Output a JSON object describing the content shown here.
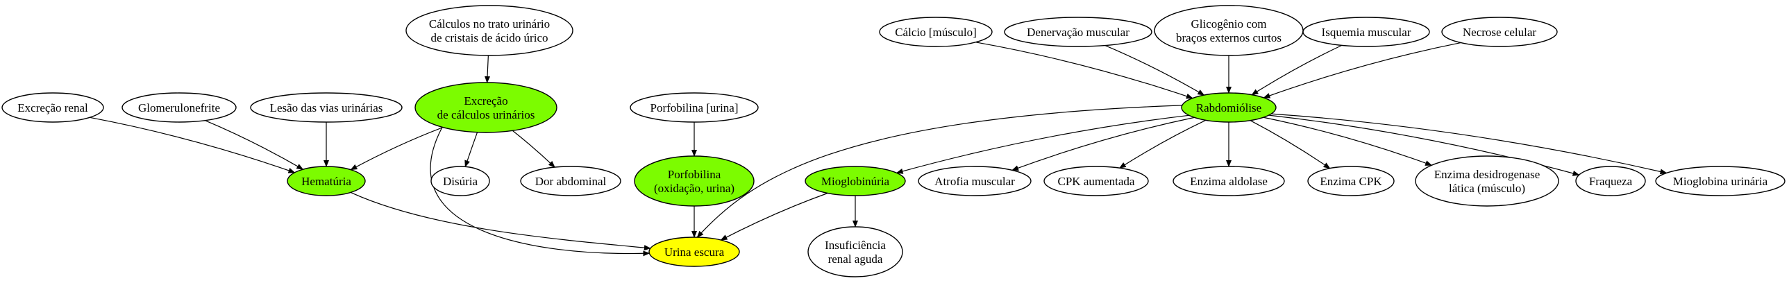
{
  "colors": {
    "default": "#ffffff",
    "highlight": "#7cfc00",
    "target": "#ffff00",
    "stroke": "#000000"
  },
  "nodes": [
    {
      "id": "calculos-trato",
      "lines": [
        "Cálculos no trato urinário",
        "de cristais de ácido úrico"
      ],
      "fill": "default"
    },
    {
      "id": "excrecao-renal",
      "lines": [
        "Excreção renal"
      ],
      "fill": "default"
    },
    {
      "id": "glomerulonefrite",
      "lines": [
        "Glomerulonefrite"
      ],
      "fill": "default"
    },
    {
      "id": "lesao-vias",
      "lines": [
        "Lesão das vias urinárias"
      ],
      "fill": "default"
    },
    {
      "id": "excrecao-calculos",
      "lines": [
        "Excreção",
        "de cálculos urinários"
      ],
      "fill": "highlight"
    },
    {
      "id": "hematuria",
      "lines": [
        "Hematúria"
      ],
      "fill": "highlight"
    },
    {
      "id": "disuria",
      "lines": [
        "Disúria"
      ],
      "fill": "default"
    },
    {
      "id": "dor-abdominal",
      "lines": [
        "Dor abdominal"
      ],
      "fill": "default"
    },
    {
      "id": "porfobilina-urina",
      "lines": [
        "Porfobilina [urina]"
      ],
      "fill": "default"
    },
    {
      "id": "porfobilina-oxid",
      "lines": [
        "Porfobilina",
        "(oxidação, urina)"
      ],
      "fill": "highlight"
    },
    {
      "id": "urina-escura",
      "lines": [
        "Urina escura"
      ],
      "fill": "target"
    },
    {
      "id": "mioglobinuria",
      "lines": [
        "Mioglobinúria"
      ],
      "fill": "highlight"
    },
    {
      "id": "insuficiencia",
      "lines": [
        "Insuficiência",
        "renal aguda"
      ],
      "fill": "default"
    },
    {
      "id": "calcio",
      "lines": [
        "Cálcio [músculo]"
      ],
      "fill": "default"
    },
    {
      "id": "denervacao",
      "lines": [
        "Denervação muscular"
      ],
      "fill": "default"
    },
    {
      "id": "glicogenio",
      "lines": [
        "Glicogênio com",
        "braços externos curtos"
      ],
      "fill": "default"
    },
    {
      "id": "isquemia",
      "lines": [
        "Isquemia muscular"
      ],
      "fill": "default"
    },
    {
      "id": "necrose",
      "lines": [
        "Necrose celular"
      ],
      "fill": "default"
    },
    {
      "id": "rabdomiolise",
      "lines": [
        "Rabdomiólise"
      ],
      "fill": "highlight"
    },
    {
      "id": "atrofia",
      "lines": [
        "Atrofia muscular"
      ],
      "fill": "default"
    },
    {
      "id": "cpk-aumentada",
      "lines": [
        "CPK aumentada"
      ],
      "fill": "default"
    },
    {
      "id": "enzima-aldolase",
      "lines": [
        "Enzima aldolase"
      ],
      "fill": "default"
    },
    {
      "id": "enzima-cpk",
      "lines": [
        "Enzima CPK"
      ],
      "fill": "default"
    },
    {
      "id": "enzima-ldh",
      "lines": [
        "Enzima desidrogenase",
        "lática (músculo)"
      ],
      "fill": "default"
    },
    {
      "id": "fraqueza",
      "lines": [
        "Fraqueza"
      ],
      "fill": "default"
    },
    {
      "id": "mioglobina-urinaria",
      "lines": [
        "Mioglobina urinária"
      ],
      "fill": "default"
    }
  ],
  "edges": [
    {
      "from": "calculos-trato",
      "to": "excrecao-calculos"
    },
    {
      "from": "excrecao-renal",
      "to": "hematuria"
    },
    {
      "from": "glomerulonefrite",
      "to": "hematuria"
    },
    {
      "from": "lesao-vias",
      "to": "hematuria"
    },
    {
      "from": "excrecao-calculos",
      "to": "hematuria"
    },
    {
      "from": "excrecao-calculos",
      "to": "disuria"
    },
    {
      "from": "excrecao-calculos",
      "to": "dor-abdominal"
    },
    {
      "from": "excrecao-calculos",
      "to": "urina-escura"
    },
    {
      "from": "hematuria",
      "to": "urina-escura"
    },
    {
      "from": "porfobilina-urina",
      "to": "porfobilina-oxid"
    },
    {
      "from": "porfobilina-oxid",
      "to": "urina-escura"
    },
    {
      "from": "mioglobinuria",
      "to": "urina-escura"
    },
    {
      "from": "mioglobinuria",
      "to": "insuficiencia"
    },
    {
      "from": "calcio",
      "to": "rabdomiolise"
    },
    {
      "from": "denervacao",
      "to": "rabdomiolise"
    },
    {
      "from": "glicogenio",
      "to": "rabdomiolise"
    },
    {
      "from": "isquemia",
      "to": "rabdomiolise"
    },
    {
      "from": "necrose",
      "to": "rabdomiolise"
    },
    {
      "from": "rabdomiolise",
      "to": "urina-escura"
    },
    {
      "from": "rabdomiolise",
      "to": "mioglobinuria"
    },
    {
      "from": "rabdomiolise",
      "to": "atrofia"
    },
    {
      "from": "rabdomiolise",
      "to": "cpk-aumentada"
    },
    {
      "from": "rabdomiolise",
      "to": "enzima-aldolase"
    },
    {
      "from": "rabdomiolise",
      "to": "enzima-cpk"
    },
    {
      "from": "rabdomiolise",
      "to": "enzima-ldh"
    },
    {
      "from": "rabdomiolise",
      "to": "fraqueza"
    },
    {
      "from": "rabdomiolise",
      "to": "mioglobina-urinaria"
    }
  ]
}
